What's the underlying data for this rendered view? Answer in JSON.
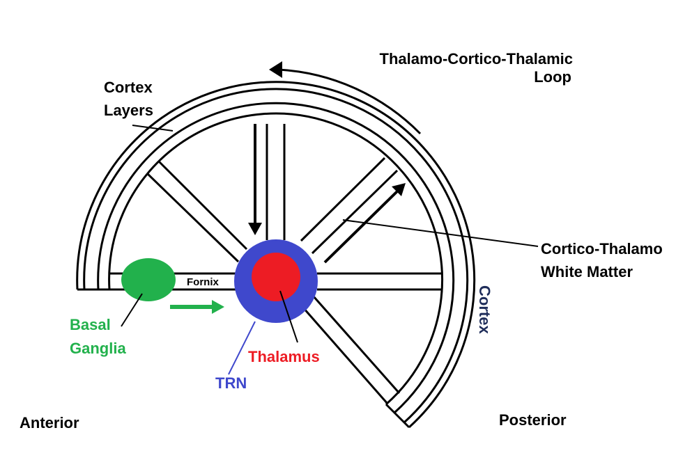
{
  "labels": {
    "loop_line1": "Thalamo-Cortico-Thalamic",
    "loop_line2": "Loop",
    "cortex_layers_line1": "Cortex",
    "cortex_layers_line2": "Layers",
    "cortico_thalamo_line1": "Cortico-Thalamo",
    "cortico_thalamo_line2": "White Matter",
    "cortex": "Cortex",
    "fornix": "Fornix",
    "basal_ganglia_line1": "Basal",
    "basal_ganglia_line2": "Ganglia",
    "thalamus": "Thalamus",
    "trn": "TRN",
    "anterior": "Anterior",
    "posterior": "Posterior"
  },
  "colors": {
    "outline": "#000000",
    "background": "#ffffff",
    "basal_ganglia": "#22b14c",
    "trn": "#3f48cc",
    "thalamus": "#ed1c24",
    "cortex_label": "#1f2d5a"
  }
}
